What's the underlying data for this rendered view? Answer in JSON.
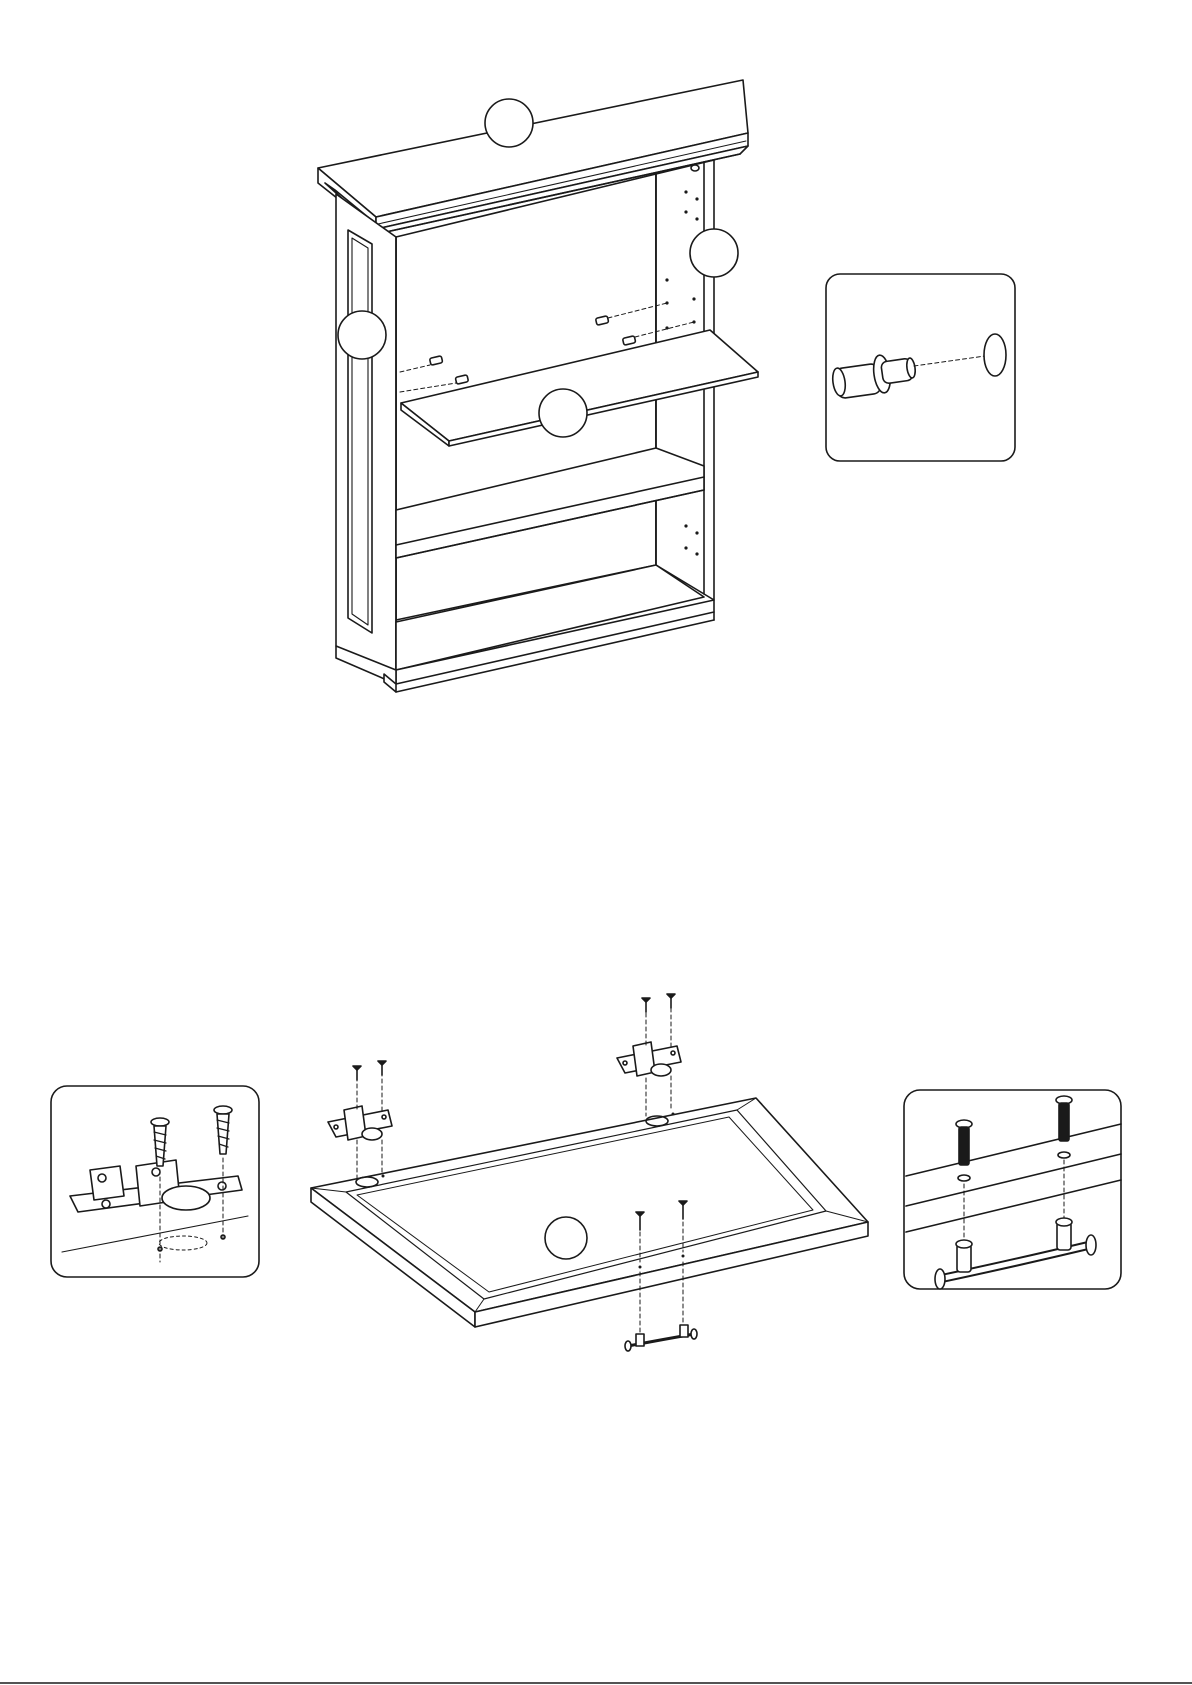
{
  "page": {
    "background": "#ffffff",
    "ink": "#1a1a1a",
    "bottom_rule": true
  },
  "step_cabinet": {
    "part_callouts": [
      {
        "id": "crown-top-panel",
        "label": ""
      },
      {
        "id": "right-side-panel",
        "label": ""
      },
      {
        "id": "left-side-panel",
        "label": ""
      },
      {
        "id": "adjustable-shelf",
        "label": ""
      }
    ],
    "detail_inset": {
      "subject": "shelf-pin-into-hole"
    }
  },
  "step_door": {
    "part_callouts": [
      {
        "id": "door-panel",
        "label": ""
      }
    ],
    "hinge_screws": 4,
    "handle_screws": 2,
    "detail_insets": [
      {
        "subject": "hinge-with-screws"
      },
      {
        "subject": "handle-with-bolts"
      }
    ]
  }
}
